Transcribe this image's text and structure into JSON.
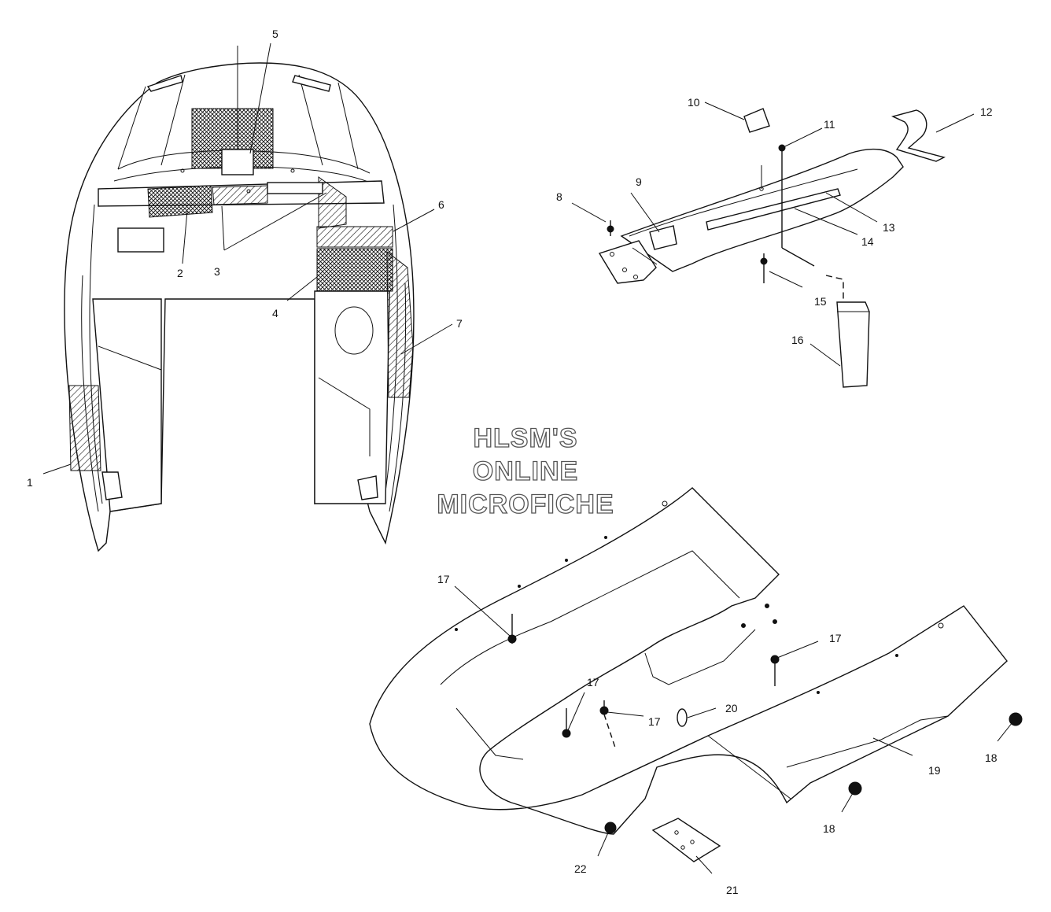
{
  "watermark": {
    "line1": "HLSM'S",
    "line2": "ONLINE",
    "line3": "MICROFICHE"
  },
  "callouts": {
    "c1": "1",
    "c2": "2",
    "c3": "3",
    "c4": "4",
    "c5": "5",
    "c6": "6",
    "c7": "7",
    "c8": "8",
    "c9": "9",
    "c10": "10",
    "c11": "11",
    "c12": "12",
    "c13": "13",
    "c14": "14",
    "c15": "15",
    "c16": "16",
    "c17a": "17",
    "c17b": "17",
    "c17c": "17",
    "c17d": "17",
    "c18a": "18",
    "c18b": "18",
    "c19": "19",
    "c20": "20",
    "c21": "21",
    "c22": "22"
  },
  "colors": {
    "line": "#111111",
    "background": "#ffffff",
    "watermark_outline": "#555555"
  }
}
